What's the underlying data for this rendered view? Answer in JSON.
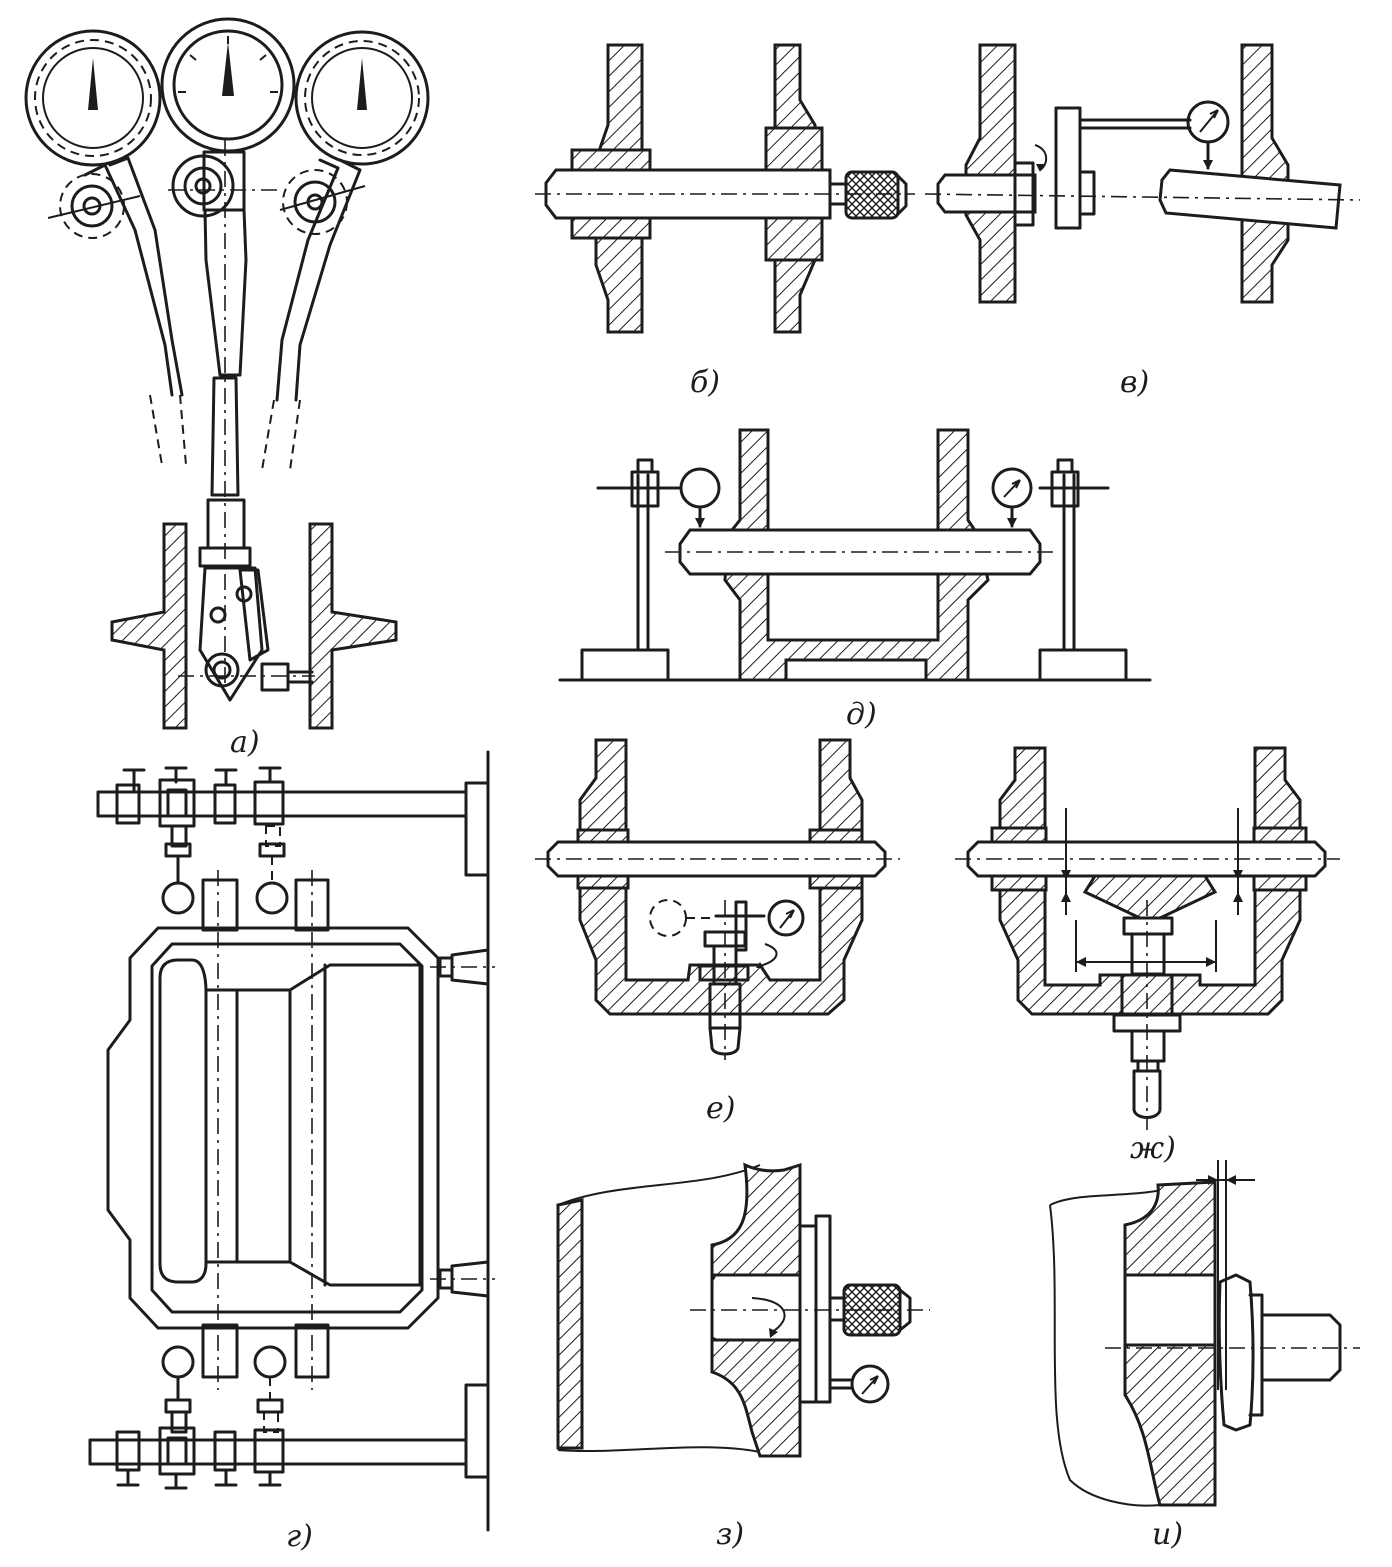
{
  "figure": {
    "panels": [
      {
        "key": "a",
        "label": "а)"
      },
      {
        "key": "b",
        "label": "б)"
      },
      {
        "key": "v",
        "label": "в)"
      },
      {
        "key": "g",
        "label": "г)"
      },
      {
        "key": "d",
        "label": "д)"
      },
      {
        "key": "e",
        "label": "е)"
      },
      {
        "key": "zh",
        "label": "ж)"
      },
      {
        "key": "z",
        "label": "з)"
      },
      {
        "key": "i",
        "label": "и)"
      }
    ]
  }
}
